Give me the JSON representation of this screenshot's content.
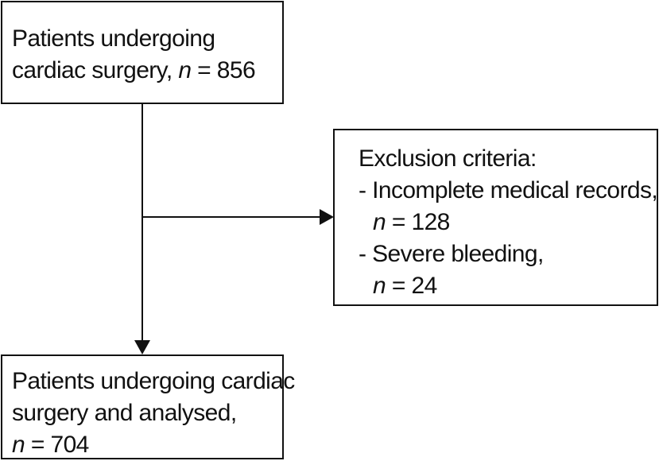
{
  "start_box": {
    "line1": "Patients undergoing",
    "line2_text": "cardiac surgery, ",
    "line2_n": "n",
    "line2_value": " = 856"
  },
  "exclusion_box": {
    "title": "Exclusion criteria:",
    "item1_label": "- Incomplete medical records,",
    "item1_n": "n",
    "item1_value": " = 128",
    "item2_label": "- Severe bleeding,",
    "item2_n": "n",
    "item2_value": " = 24"
  },
  "final_box": {
    "line1": "Patients undergoing cardiac",
    "line2": "surgery and analysed,",
    "line3_n": "n",
    "line3_value": " = 704"
  }
}
